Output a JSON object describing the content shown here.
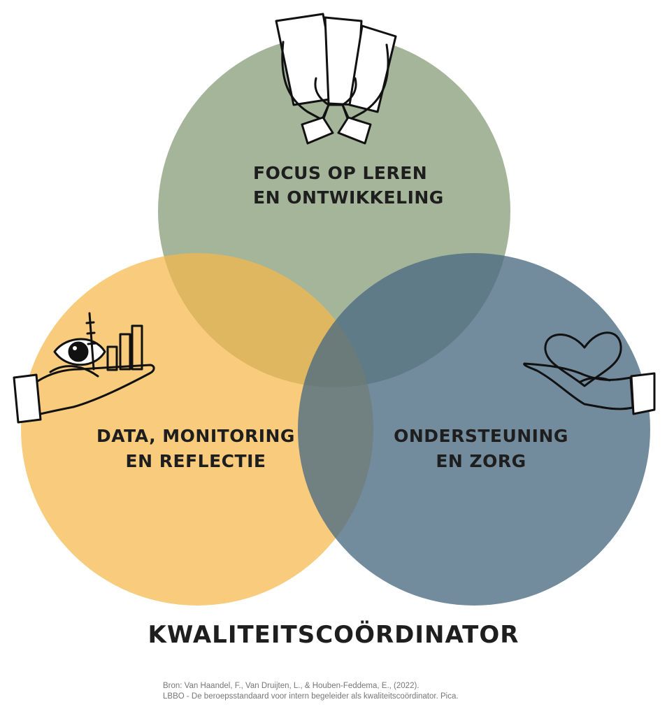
{
  "circles": [
    {
      "id": "focus",
      "label_lines": [
        "FOCUS OP LEREN",
        "EN ONTWIKKELING"
      ],
      "color": "#8aa07e",
      "icon": "two-hands-holding-cards-icon"
    },
    {
      "id": "data",
      "label_lines": [
        "DATA, MONITORING",
        "EN REFLECTIE"
      ],
      "color": "#f5b94a",
      "icon": "hand-holding-eye-and-bar-chart-icon"
    },
    {
      "id": "zorg",
      "label_lines": [
        "ONDERSTEUNING",
        "EN ZORG"
      ],
      "color": "#4a6a82",
      "icon": "hand-holding-heart-icon"
    }
  ],
  "title": "KWALITEITSCOÖRDINATOR",
  "source": {
    "line1": "Bron: Van Haandel, F., Van Druijten, L., & Houben-Feddema, E., (2022).",
    "line2": "LBBO - De beroepsstandaard voor intern begeleider als kwaliteitscoördinator. Pica."
  }
}
